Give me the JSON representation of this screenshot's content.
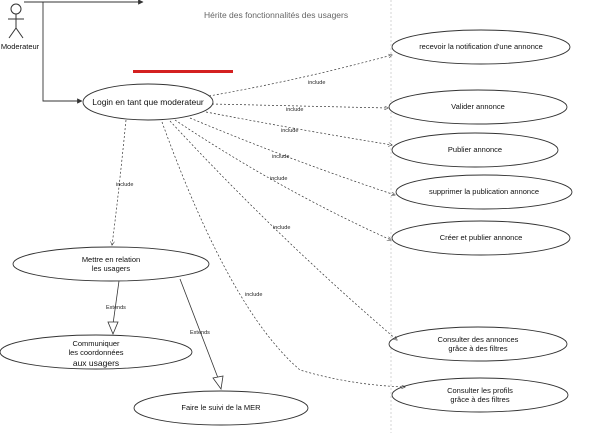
{
  "header": {
    "title": "Hérite des fonctionnalités des usagers"
  },
  "actor": {
    "name": "Moderateur"
  },
  "use_cases": {
    "login": "Login en tant que moderateur",
    "notification": "recevoir la notification d'une annonce",
    "valider": "Valider annonce",
    "publier": "Publier annonce",
    "supprimer": "supprimer la publication annonce",
    "creer": "Créer et publier annonce",
    "consulter_annonces_1": "Consulter  des annonces",
    "consulter_annonces_2": "grâce à des filtres",
    "consulter_profils_1": "Consulter  les profils",
    "consulter_profils_2": "grâce à des filtres",
    "mettre_relation_1": "Mettre en relation",
    "mettre_relation_2": "les usagers",
    "communiquer_1": "Communiquer",
    "communiquer_2": "les coordonnées",
    "communiquer_3": "aux usagers",
    "suivi": "Faire le suivi  de la MER"
  },
  "relations": {
    "include": "include",
    "extends": "Extends"
  },
  "colors": {
    "accent_bar": "#d42020",
    "line": "#333333",
    "boundary": "#cccccc"
  }
}
